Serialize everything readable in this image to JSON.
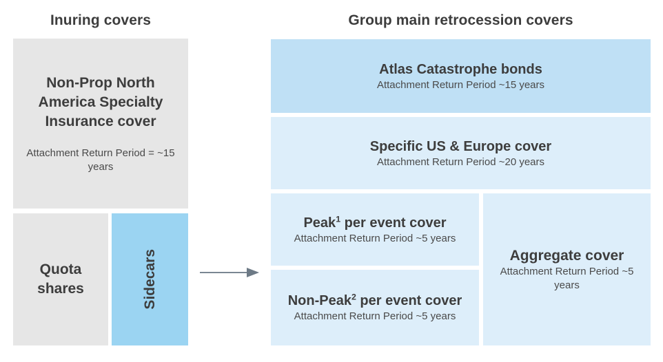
{
  "columns": {
    "left_title": "Inuring covers",
    "right_title": "Group main retrocession covers"
  },
  "inuring_covers": [
    {
      "id": "non-prop-north-america-specialty",
      "heading": "Non-Prop North America Specialty Insurance cover",
      "subtext": "Attachment Return Period = ~15 years",
      "color": "#e6e6e6"
    },
    {
      "id": "quota-shares",
      "heading": "Quota shares",
      "subtext": "",
      "color": "#e6e6e6"
    },
    {
      "id": "sidecars",
      "heading": "Sidecars",
      "subtext": "",
      "color": "#9bd4f2"
    }
  ],
  "retrocession_covers": [
    {
      "id": "atlas-catastrophe-bonds",
      "heading": "Atlas Catastrophe bonds",
      "subtext": "Attachment Return Period ~15 years",
      "color": "#bfe0f5"
    },
    {
      "id": "specific-us-europe-cover",
      "heading": "Specific US & Europe cover",
      "subtext": "Attachment Return Period ~20 years",
      "color": "#ddeefa"
    },
    {
      "id": "peak-per-event-cover",
      "heading": "Peak",
      "heading_superscript": "1",
      "heading_rest": " per event cover",
      "subtext": "Attachment Return Period ~5 years",
      "color": "#ddeefa"
    },
    {
      "id": "non-peak-per-event-cover",
      "heading": "Non-Peak",
      "heading_superscript": "2",
      "heading_rest": " per event cover",
      "subtext": "Attachment Return Period ~5 years",
      "color": "#ddeefa"
    },
    {
      "id": "aggregate-cover",
      "heading": "Aggregate cover",
      "subtext": "Attachment Return Period ~5 years",
      "color": "#ddeefa"
    }
  ],
  "flow": {
    "arrow_label": "",
    "arrow_color": "#7a8692",
    "direction": "left-to-right"
  }
}
